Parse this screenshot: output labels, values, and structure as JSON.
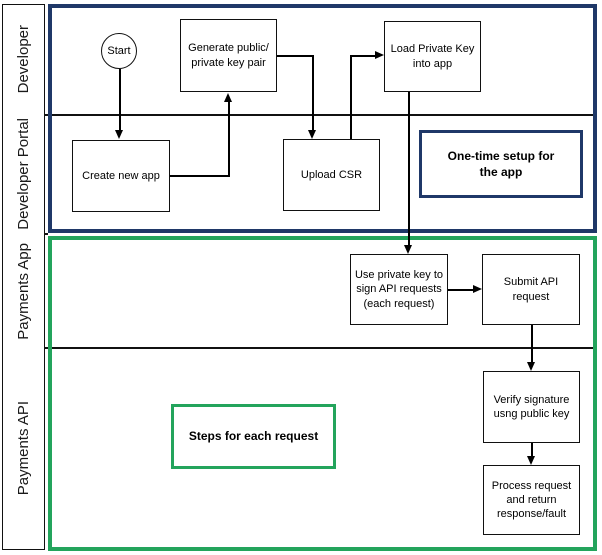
{
  "lanes": [
    {
      "id": "developer",
      "label": "Developer"
    },
    {
      "id": "developer-portal",
      "label": "Developer Portal"
    },
    {
      "id": "payments-app",
      "label": "Payments App"
    },
    {
      "id": "payments-api",
      "label": "Payments API"
    }
  ],
  "nodes": {
    "start": {
      "label": "Start"
    },
    "generate_keys": {
      "label": "Generate public/\nprivate key pair"
    },
    "load_private_key": {
      "label": "Load Private Key\ninto app"
    },
    "create_new_app": {
      "label": "Create new app"
    },
    "upload_csr": {
      "label": "Upload CSR"
    },
    "use_private_key": {
      "label": "Use private key to\nsign API requests\n(each request)"
    },
    "submit_request": {
      "label": "Submit API\nrequest"
    },
    "verify_signature": {
      "label": "Verify signature\nusng public key"
    },
    "process_request": {
      "label": "Process request\nand return\nresponse/fault"
    }
  },
  "groups": {
    "one_time_setup": {
      "label": "One-time setup for\nthe app"
    },
    "per_request": {
      "label": "Steps for each request"
    }
  },
  "colors": {
    "navy": "#1F3868",
    "green": "#23A45C",
    "ink": "#111111"
  }
}
